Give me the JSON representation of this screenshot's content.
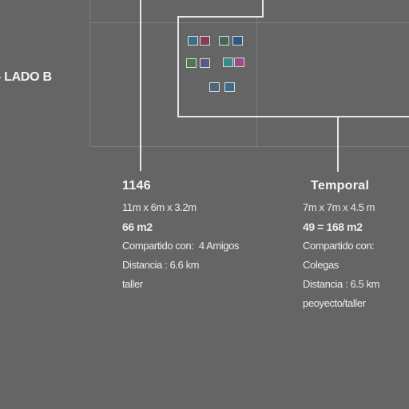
{
  "side_label": "- LADO B",
  "spaces": [
    {
      "title": "1146",
      "dimensions": "11m x 6m x 3.2m",
      "area": "66 m2",
      "shared_label": "Compartido con:",
      "shared_value": "4 Amigos",
      "distance": "Distancia : 6.6 km",
      "use": "taller"
    },
    {
      "title": "Temporal",
      "dimensions": "7m x 7m x 4.5 m",
      "area": "49 = 168 m2",
      "shared_label": "Compartido con:",
      "shared_value": "Colegas",
      "distance": "Distancia : 6.5 km",
      "use": "peoyecto/taller"
    }
  ],
  "thumbnail_colors": [
    "#3a6f8a",
    "#8a3a5a",
    "#3f6a55",
    "#2e5a80",
    "#4a7a4a",
    "#5a5a8a",
    "#3a8a8a",
    "#9a4a8a",
    "#4a6a7a"
  ]
}
